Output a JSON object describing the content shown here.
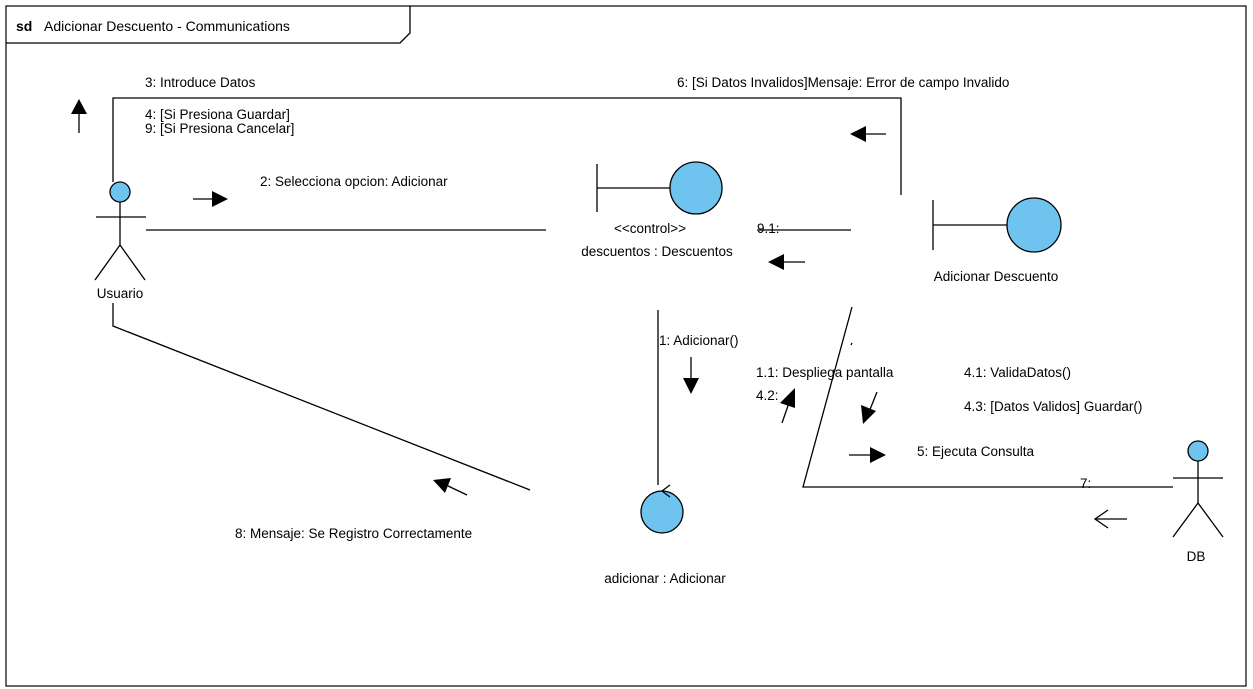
{
  "frame": {
    "keyword": "sd",
    "title": "Adicionar Descuento - Communications"
  },
  "colors": {
    "object_fill": "#6ec4ef",
    "line": "#000000",
    "background": "#ffffff"
  },
  "lifelines": {
    "usuario": {
      "label": "Usuario",
      "kind": "actor"
    },
    "descuentos": {
      "stereotype": "<<control>>",
      "label": "descuentos : Descuentos",
      "kind": "boundary"
    },
    "adicionar_descuento": {
      "label": "Adicionar Descuento",
      "kind": "boundary"
    },
    "adicionar": {
      "label": "adicionar : Adicionar",
      "kind": "control"
    },
    "db": {
      "label": "DB",
      "kind": "actor"
    }
  },
  "messages": {
    "m3": "3: Introduce Datos",
    "m6": "6: [Si Datos Invalidos]Mensaje: Error de campo Invalido",
    "m4": "4: [Si Presiona Guardar]",
    "m9": "9: [Si Presiona Cancelar]",
    "m2": "2: Selecciona opcion: Adicionar",
    "m91": "9.1:",
    "m1": "1: Adicionar()",
    "m11": "1.1: Despliega pantalla",
    "m41": "4.1: ValidaDatos()",
    "m42": "4.2:",
    "m43": "4.3: [Datos Validos] Guardar()",
    "m5": "5: Ejecuta Consulta",
    "m7": "7:",
    "m8": "8: Mensaje: Se Registro Correctamente"
  }
}
